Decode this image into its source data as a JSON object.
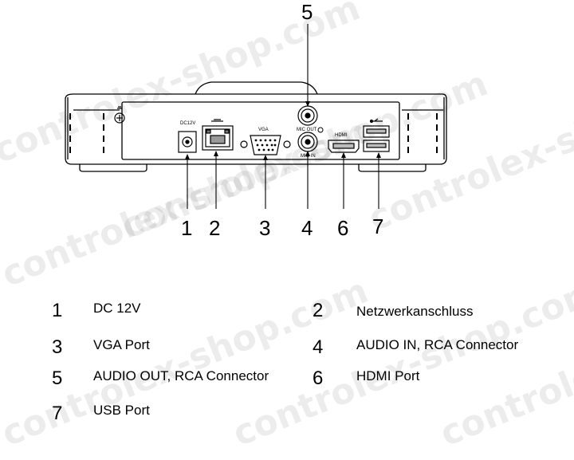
{
  "watermark": "controlex-shop.com",
  "callouts": [
    "1",
    "2",
    "3",
    "4",
    "5",
    "6",
    "7"
  ],
  "panel_labels": {
    "dc": "DC12V",
    "vga": "VGA",
    "audio_out": "MIC OUT",
    "audio_in": "MIC IN",
    "hdmi": "HDMI"
  },
  "legend": [
    {
      "num": "1",
      "text": "DC 12V"
    },
    {
      "num": "2",
      "text": "Netzwerkanschluss"
    },
    {
      "num": "3",
      "text": "VGA Port"
    },
    {
      "num": "4",
      "text": "AUDIO IN, RCA Connector"
    },
    {
      "num": "5",
      "text": "AUDIO OUT, RCA Connector"
    },
    {
      "num": "6",
      "text": "HDMI Port"
    },
    {
      "num": "7",
      "text": "USB Port"
    }
  ]
}
